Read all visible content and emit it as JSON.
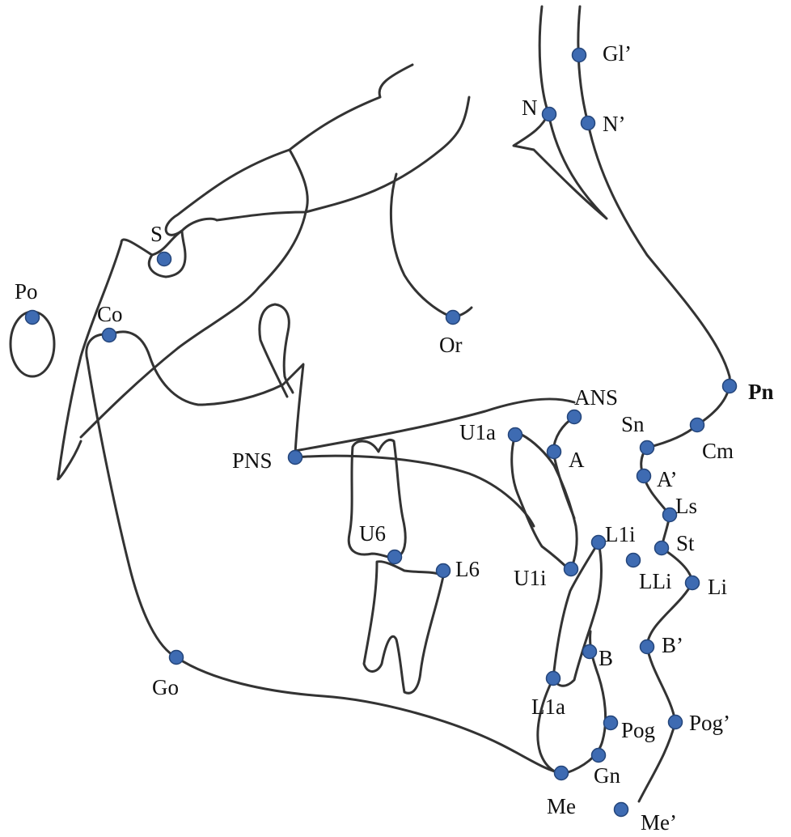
{
  "diagram": {
    "dot_color": "#3e6bb2",
    "line_color": "#333333",
    "landmarks": [
      {
        "id": "gl-soft",
        "label": "Gl’"
      },
      {
        "id": "n",
        "label": "N"
      },
      {
        "id": "n-soft",
        "label": "N’"
      },
      {
        "id": "s",
        "label": "S"
      },
      {
        "id": "po",
        "label": "Po"
      },
      {
        "id": "co",
        "label": "Co"
      },
      {
        "id": "or",
        "label": "Or"
      },
      {
        "id": "pn",
        "label": "Pn"
      },
      {
        "id": "ans",
        "label": "ANS"
      },
      {
        "id": "sn",
        "label": "Sn"
      },
      {
        "id": "cm",
        "label": "Cm"
      },
      {
        "id": "u1a",
        "label": "U1a"
      },
      {
        "id": "a",
        "label": "A"
      },
      {
        "id": "a-soft",
        "label": "A’"
      },
      {
        "id": "pns",
        "label": "PNS"
      },
      {
        "id": "ls",
        "label": "Ls"
      },
      {
        "id": "u6",
        "label": "U6"
      },
      {
        "id": "l1i",
        "label": "L1i"
      },
      {
        "id": "st",
        "label": "St"
      },
      {
        "id": "l6",
        "label": "L6"
      },
      {
        "id": "u1i",
        "label": "U1i"
      },
      {
        "id": "lli",
        "label": "LLi"
      },
      {
        "id": "li",
        "label": "Li"
      },
      {
        "id": "b",
        "label": "B"
      },
      {
        "id": "b-soft",
        "label": "B’"
      },
      {
        "id": "go",
        "label": "Go"
      },
      {
        "id": "l1a",
        "label": "L1a"
      },
      {
        "id": "pog",
        "label": "Pog"
      },
      {
        "id": "pog-soft",
        "label": "Pog’"
      },
      {
        "id": "gn",
        "label": "Gn"
      },
      {
        "id": "me",
        "label": "Me"
      },
      {
        "id": "me-soft",
        "label": "Me’"
      }
    ]
  }
}
